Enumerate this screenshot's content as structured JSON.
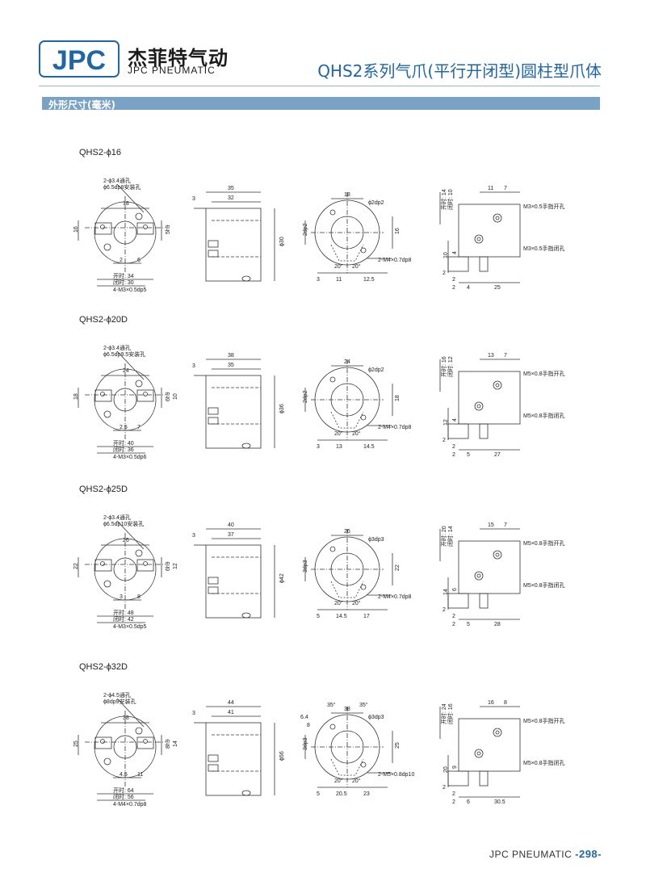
{
  "header": {
    "logo_text": "JPC",
    "brand_cn": "杰菲特气动",
    "brand_en": "JPC PNEUMATIC",
    "title": "QHS2系列气爪(平行开闭型)圆柱型爪体"
  },
  "section": {
    "label": "外形尺寸(毫米)"
  },
  "drawings": [
    {
      "model": "QHS2-ϕ16",
      "front": {
        "hole_note_1": "2-ϕ3.4通孔",
        "hole_note_2": "ϕ6.5dp8安装孔",
        "top_dim": "18",
        "left_dim": "16",
        "right_dim": "5h9",
        "b1": "2",
        "b2": "6",
        "open": "开时: 34",
        "closed": "闭时: 30",
        "tap": "4-M3×0.5dp5"
      },
      "side": {
        "len_total": "35",
        "len_body": "32",
        "left_off": "3",
        "dia": "ϕ30"
      },
      "top": {
        "top_dim": "18",
        "pin": "ϕ2dp2",
        "right_dim": "16",
        "left_dim": "2dp2",
        "ang1": "20°",
        "ang2": "20°",
        "tap": "2-M4×0.7dp8",
        "b1": "3",
        "b2": "11",
        "b3": "12.5"
      },
      "view4": {
        "open_v": "开时: 14",
        "closed_v": "闭时: 10",
        "top1": "11",
        "top2": "7",
        "port_open": "M3×0.5手指开孔",
        "port_close": "M3×0.5手指闭孔",
        "l1": "10",
        "l2": "4",
        "l3": "2",
        "l4": "2",
        "b1": "2",
        "b2": "4",
        "b3": "25"
      }
    },
    {
      "model": "QHS2-ϕ20D",
      "front": {
        "hole_note_1": "2-ϕ3.4通孔",
        "hole_note_2": "ϕ6.5dp9.5安装孔",
        "top_dim": "24",
        "left_dim": "18",
        "right_dim": "6h9",
        "right_dim2": "10",
        "b1": "2.5",
        "b2": "7",
        "open": "开时: 40",
        "closed": "闭时: 36",
        "tap": "4-M3×0.5dp6"
      },
      "side": {
        "len_total": "38",
        "len_body": "35",
        "left_off": "3",
        "dia": "ϕ36"
      },
      "top": {
        "top_dim": "24",
        "pin": "ϕ2dp2",
        "right_dim": "18",
        "left_dim": "2dp2",
        "ang1": "20°",
        "ang2": "20°",
        "tap": "2-M4×0.7dp8",
        "b1": "3",
        "b2": "13",
        "b3": "14.5"
      },
      "view4": {
        "open_v": "开时: 16",
        "closed_v": "闭时: 12",
        "top1": "13",
        "top2": "7",
        "port_open": "M5×0.8手指开孔",
        "port_close": "M5×0.8手指闭孔",
        "l1": "12",
        "l2": "4",
        "l3": "2",
        "l4": "2",
        "b1": "2",
        "b2": "5",
        "b3": "27"
      }
    },
    {
      "model": "QHS2-ϕ25D",
      "front": {
        "hole_note_1": "2-ϕ3.4通孔",
        "hole_note_2": "ϕ6.5dp10安装孔",
        "top_dim": "26",
        "left_dim": "22",
        "right_dim": "6h9",
        "right_dim2": "12",
        "b1": "3",
        "b2": "8",
        "open": "开时: 48",
        "closed": "闭时: 42",
        "tap": "4-M3×0.5dp5"
      },
      "side": {
        "len_total": "40",
        "len_body": "37",
        "left_off": "3",
        "dia": "ϕ42"
      },
      "top": {
        "top_dim": "26",
        "pin": "ϕ3dp3",
        "right_dim": "22",
        "left_dim": "3dp3",
        "ang1": "20°",
        "ang2": "20°",
        "tap": "2-M4×0.7dp8",
        "b1": "5",
        "b2": "14.5",
        "b3": "17"
      },
      "view4": {
        "open_v": "开时: 20",
        "closed_v": "闭时: 14",
        "top1": "15",
        "top2": "7",
        "port_open": "M5×0.8手指开孔",
        "port_close": "M5×0.8手指闭孔",
        "l1": "14",
        "l2": "6",
        "l3": "2",
        "l4": "2",
        "b1": "2",
        "b2": "5",
        "b3": "28"
      }
    },
    {
      "model": "QHS2-ϕ32D",
      "front": {
        "hole_note_1": "2-ϕ4.5通孔",
        "hole_note_2": "ϕ8dp9安装孔",
        "top_dim": "38",
        "left_dim": "25",
        "right_dim": "8h9",
        "right_dim2": "14",
        "b1": "4.5",
        "b2": "11",
        "open": "开时: 64",
        "closed": "闭时: 56",
        "tap": "4-M4×0.7dp8"
      },
      "side": {
        "len_total": "44",
        "len_body": "41",
        "left_off": "3",
        "dia": "ϕ56"
      },
      "top": {
        "top_dim": "38",
        "pin": "ϕ3dp3",
        "right_dim": "25",
        "left_dim": "3dp3",
        "ang1": "20°",
        "ang2": "20°",
        "ang_top1": "35°",
        "ang_top2": "35°",
        "side_a": "6.4",
        "side_b": "8",
        "tap": "2-M5×0.8dp10",
        "b1": "5",
        "b2": "20.5",
        "b3": "23"
      },
      "view4": {
        "open_v": "开时: 24",
        "closed_v": "闭时: 16",
        "top1": "16",
        "top2": "8",
        "port_open": "M5×0.8手指开孔",
        "port_close": "M5×0.8手指闭孔",
        "l1": "20",
        "l2": "9",
        "l3": "2",
        "l4": "2",
        "b1": "2",
        "b2": "6",
        "b3": "30.5"
      }
    }
  ],
  "footer": {
    "brand": "JPC PNEUMATIC",
    "page": "-298-"
  }
}
